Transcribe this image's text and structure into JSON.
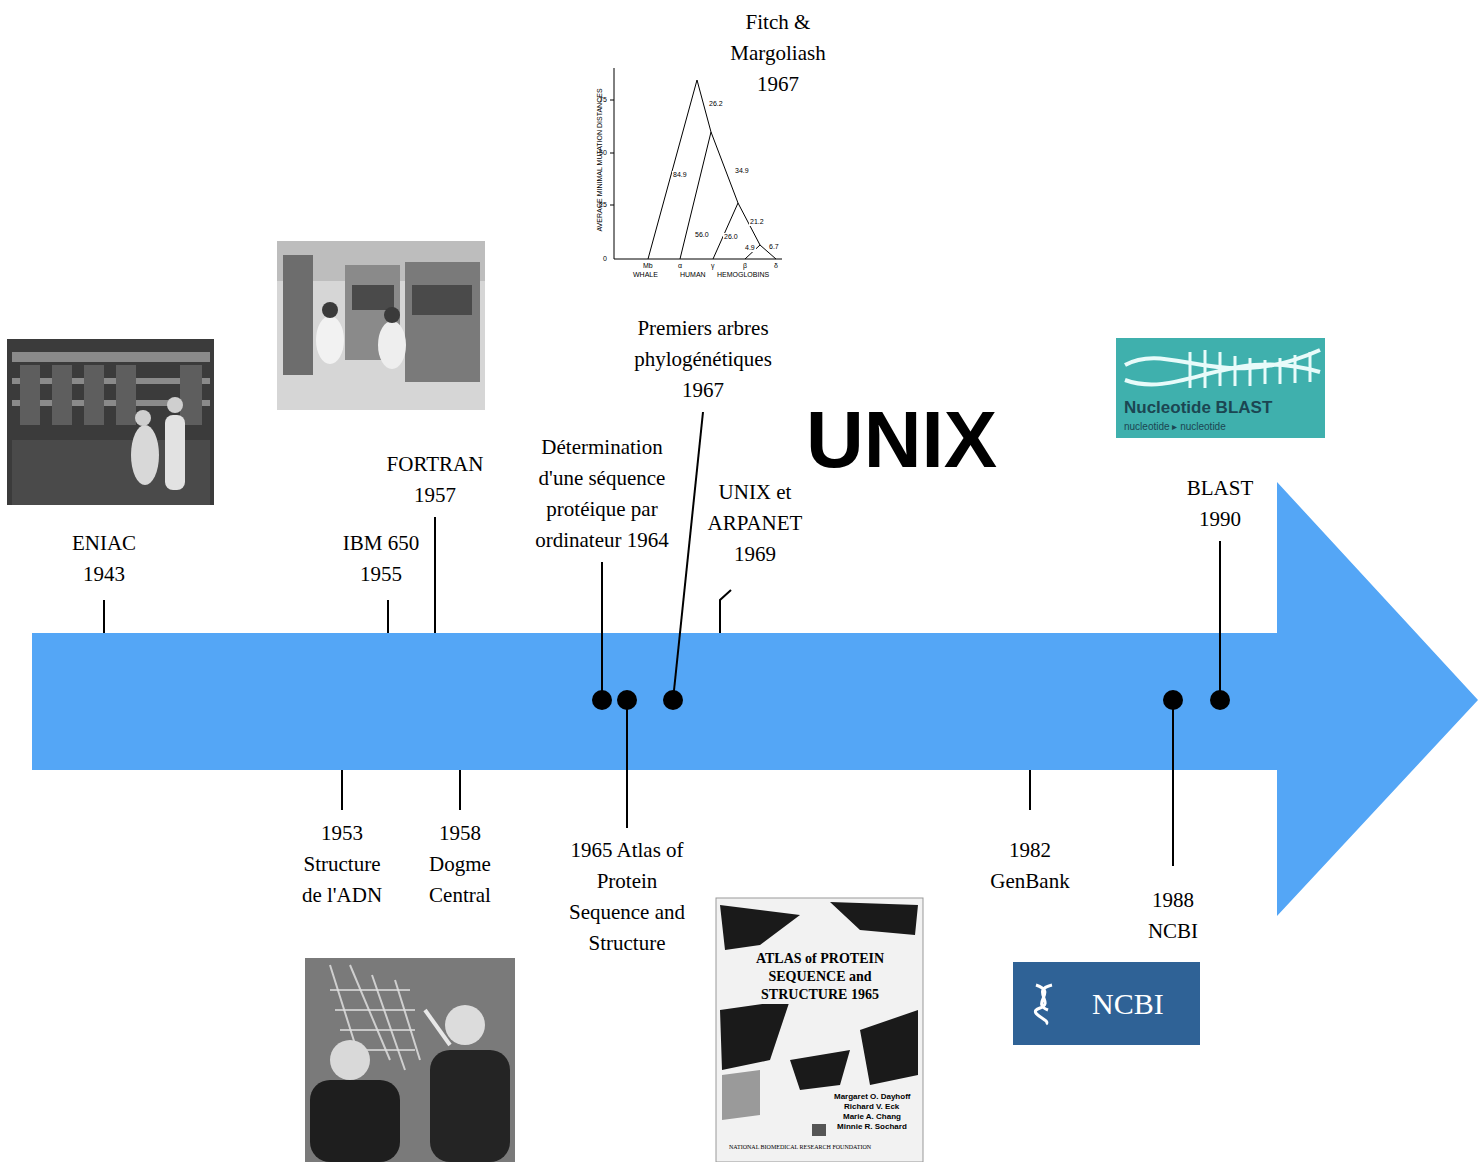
{
  "diagram": {
    "labels": [
      "ENIAC 1943",
      "IBM 650 1955",
      "FORTRAN 1957",
      "Détermination d'une séquence protéique par ordinateur 1964",
      "Premiers arbres phylogénétiques 1967",
      "UNIX et ARPANET 1969",
      "UNIX",
      "BLAST 1990",
      "Fitch & Margoliash 1967",
      "1953 Structure de l'ADN",
      "1958 Dogme Central",
      "1965 Atlas of Protein Sequence and Structure",
      "1982 GenBank",
      "1988 NCBI",
      "Nucleotide BLAST",
      "nucleotide ▸ nucleotide",
      "NCBI",
      "ATLAS of PROTEIN SEQUENCE and STRUCTURE 1965",
      "Margaret O. Dayhoff",
      "Richard V. Eck",
      "Marie A. Chang",
      "Minnie R. Sochard",
      "NATIONAL BIOMEDICAL RESEARCH FOUNDATION",
      "AVERAGE MINIMAL MUTATION DISTANCES",
      "75",
      "50",
      "25",
      "0",
      "26.2",
      "84.9",
      "34.9",
      "56.0",
      "21.2",
      "26.0",
      "4.9",
      "6.7",
      "Mb",
      "α",
      "γ",
      "β",
      "δ",
      "WHALE",
      "HUMAN",
      "HEMOGLOBINS"
    ]
  }
}
